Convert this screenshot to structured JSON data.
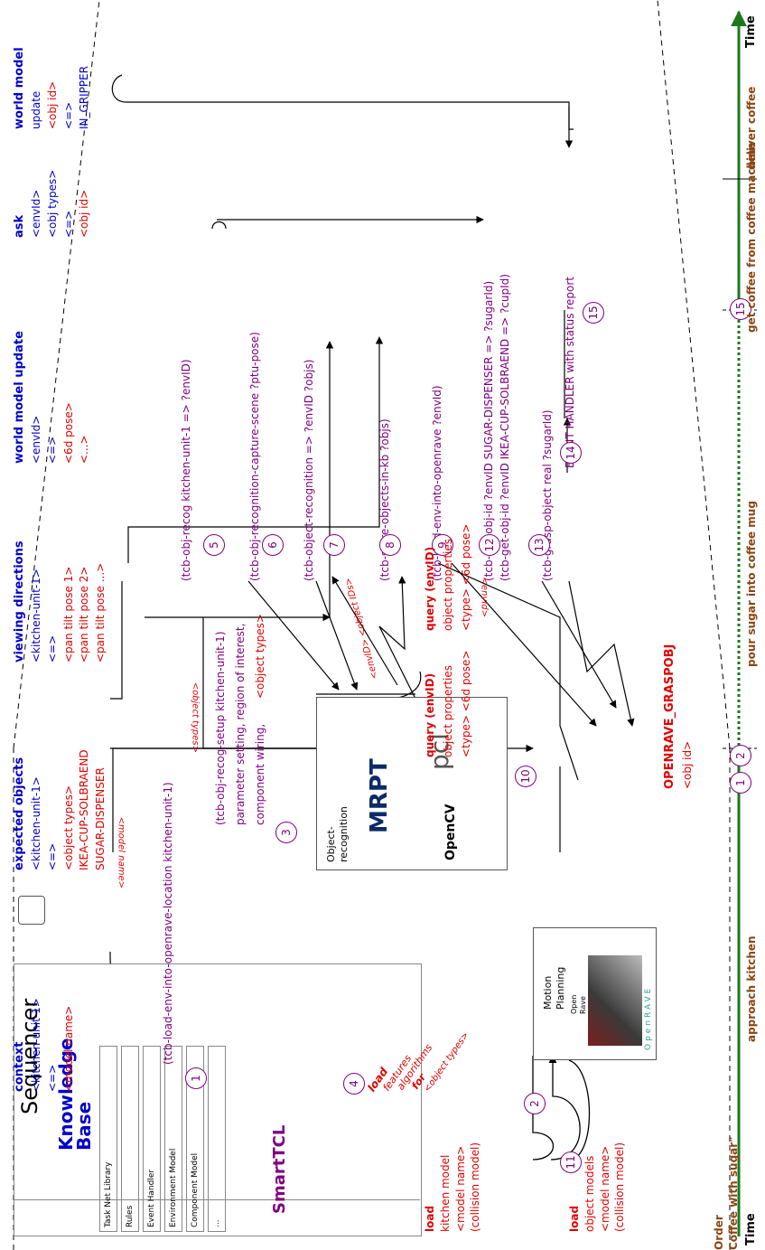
{
  "timeline": {
    "time_left": "Time",
    "time_right": "Time",
    "order_label": "Order",
    "order_text": "Coffee with sugar\"",
    "phases": [
      {
        "name": "approach kitchen"
      },
      {
        "name": "pour sugar into coffee mug"
      },
      {
        "name": "get coffee from coffee machine"
      },
      {
        "name": "deliver coffee"
      }
    ],
    "markers": [
      "1",
      "2",
      "15"
    ]
  },
  "sequencer": {
    "title": "Sequencer",
    "kb_title_1": "Knowledge",
    "kb_title_2": "Base",
    "kb_items": [
      "Task Net Library",
      "Rules",
      "Event Handler",
      "Environment Model",
      "Component Model",
      "..."
    ],
    "smarttcl": "SmartTCL"
  },
  "loads": [
    {
      "load": "load",
      "lines": [
        "kitchen model",
        "<model name>",
        "(collision model)"
      ]
    },
    {
      "load": "load",
      "lines": [
        "object models",
        "<model name>",
        "(collision model)"
      ]
    }
  ],
  "motion_planning": {
    "title_1": "Motion",
    "title_2": "Planning",
    "sub_1": "Open",
    "sub_2": "Rave",
    "openrave_logo": "OpenRAVE"
  },
  "object_recognition": {
    "title_1": "Object-",
    "title_2": "recognition",
    "mrpt": "MRPT",
    "opencv": "OpenCV",
    "pcl": "pcl"
  },
  "columns": [
    {
      "header": "context",
      "lines": [
        {
          "t": "<kitchen-unit-1>",
          "c": "blue"
        },
        {
          "t": "<=>",
          "c": "blue"
        },
        {
          "t": "<model name>",
          "c": "red"
        }
      ]
    },
    {
      "header": "expected objects",
      "lines": [
        {
          "t": "<kitchen-unit-1>",
          "c": "blue"
        },
        {
          "t": "<=>",
          "c": "blue"
        },
        {
          "t": "<object types>",
          "c": "red"
        },
        {
          "t": "IKEA-CUP-SOLBRAEND",
          "c": "red"
        },
        {
          "t": "SUGAR-DISPENSER",
          "c": "red"
        }
      ]
    },
    {
      "header": "viewing directions",
      "lines": [
        {
          "t": "<kitchen-unit-1>",
          "c": "blue"
        },
        {
          "t": "<=>",
          "c": "blue"
        },
        {
          "t": "<pan tilt pose 1>",
          "c": "red"
        },
        {
          "t": "<pan tilt pose 2>",
          "c": "red"
        },
        {
          "t": "<pan tilt pose ...>",
          "c": "red"
        }
      ]
    },
    {
      "header": "world model update",
      "lines": [
        {
          "t": "<envId>",
          "c": "blue"
        },
        {
          "t": "<=>",
          "c": "blue"
        },
        {
          "t": "<6d pose>",
          "c": "red"
        },
        {
          "t": "<...>",
          "c": "red"
        }
      ]
    },
    {
      "header": "ask",
      "lines": [
        {
          "t": "<envId>",
          "c": "blue"
        },
        {
          "t": "<obj types>",
          "c": "blue"
        },
        {
          "t": "<=>",
          "c": "blue"
        },
        {
          "t": "<obj id>",
          "c": "red"
        }
      ]
    },
    {
      "header": "world model",
      "lines": [
        {
          "t": "update",
          "c": "blue"
        },
        {
          "t": "<obj id>",
          "c": "red"
        },
        {
          "t": "<=>",
          "c": "blue"
        },
        {
          "t": "IN_GRIPPER",
          "c": "blue"
        }
      ]
    }
  ],
  "commands": {
    "c1": "(tcb-load-env-into-openrave-location kitchen-unit-1)",
    "c3_1": "(tcb-obj-recog-setup kitchen-unit-1)",
    "c3_2": "parameter setting, region of interest,",
    "c3_3": "component wiring,",
    "c3_3b": "<object types>",
    "c5": "(tcb-obj-recog kitchen-unit-1 => ?envID)",
    "c6": "(tcb-obj-recognition-capture-scene ?ptu-pose)",
    "c7": "(tcb-object-recognition => ?envID ?objs)",
    "c8": "(tcb-store-objects-in-kb ?objs)",
    "c9": "(tcb-load-env-into-openrave ?envId)",
    "c12_1": "(tcb-get-obj-id ?envID SUGAR-DISPENSER => ?sugarId)",
    "c12_2": "(tcb-get-obj-id ?envID IKEA-CUP-SOLBRAEND => ?cupId)",
    "c13": "(tcb-grasp-object real ?sugarId)",
    "c14": "EVENT HANDLER with status report"
  },
  "numbers": {
    "n1": "1",
    "n2": "2",
    "n3": "3",
    "n4": "4",
    "n5": "5",
    "n6": "6",
    "n7": "7",
    "n8": "8",
    "n9": "9",
    "n10": "10",
    "n11": "11",
    "n12": "12",
    "n13": "13",
    "n14": "14",
    "n15": "15"
  },
  "arrow_labels": {
    "model_name": "<model name>",
    "object_types": "<object types>",
    "envid_objids": "<envID> <object IDs>",
    "envid": "<envId>"
  },
  "load_features": {
    "load": "load",
    "features": "features",
    "algorithms": "algorithms",
    "for": "for",
    "types": "<object types>"
  },
  "queries": [
    {
      "title": "query (envID)",
      "l1": "object properties",
      "l2": "<type> <6d pose>"
    },
    {
      "title": "query (envID)",
      "l1": "object properties",
      "l2": "<type> <6d pose>"
    }
  ],
  "grasp": {
    "title": "OPENRAVE_GRASPOBJ",
    "sub": "<obj id>"
  },
  "colors": {
    "blue": "#0000cc",
    "red": "#e00000",
    "purple": "#800080",
    "brown": "#8b4513",
    "green": "#1a7a1a"
  }
}
